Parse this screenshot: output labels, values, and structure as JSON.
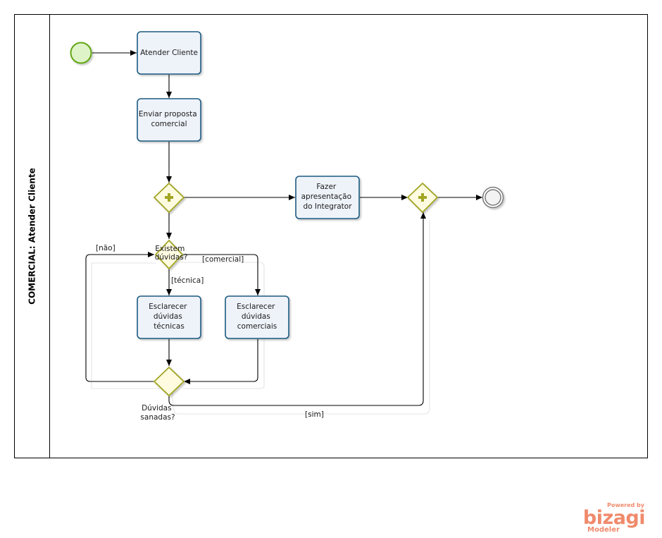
{
  "lane": {
    "label": "COMERCIAL: Atender Cliente"
  },
  "tasks": {
    "atender": [
      "Atender Cliente"
    ],
    "enviar": [
      "Enviar proposta",
      "comercial"
    ],
    "fazer": [
      "Fazer",
      "apresentação",
      "do Integrator"
    ],
    "tecnicas": [
      "Esclarecer",
      "dúvidas",
      "técnicas"
    ],
    "comerciais": [
      "Esclarecer",
      "dúvidas",
      "comerciais"
    ]
  },
  "gateways": {
    "existem": [
      "Existem",
      "dúvidas?"
    ],
    "sanadas": [
      "Dúvidas",
      "sanadas?"
    ]
  },
  "flow_labels": {
    "nao": "[não]",
    "comercial": "[comercial]",
    "tecnica": "[técnica]",
    "sim": "[sim]"
  },
  "brand": {
    "powered": "Powered by",
    "name": "bizagi",
    "product": "Modeler",
    "color": "#f08a6c"
  },
  "colors": {
    "task_fill": "#eef3fa",
    "task_stroke": "#1b5a80",
    "gateway_fill": "#fffbe0",
    "gateway_stroke": "#a1a522",
    "start_fill": "#dff3c8",
    "start_stroke": "#62a716"
  }
}
